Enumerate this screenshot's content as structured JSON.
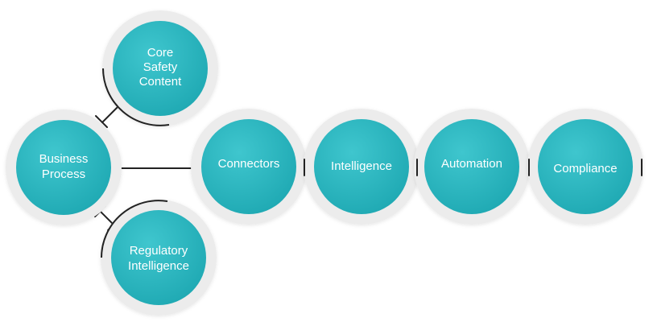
{
  "colors": {
    "node_fill": "#23b3bd",
    "node_fill_light": "#3fc6ce",
    "node_ring": "#ececec",
    "connector": "#222222",
    "label": "#ffffff"
  },
  "nodes": [
    {
      "id": "business-process",
      "lines": [
        "Business",
        "Process"
      ]
    },
    {
      "id": "core-safety-content",
      "lines": [
        "Core",
        "Safety",
        "Content"
      ]
    },
    {
      "id": "regulatory-intelligence",
      "lines": [
        "Regulatory",
        "Intelligence"
      ]
    },
    {
      "id": "connectors",
      "lines": [
        "Connectors"
      ]
    },
    {
      "id": "intelligence",
      "lines": [
        "Intelligence"
      ]
    },
    {
      "id": "automation",
      "lines": [
        "Automation"
      ]
    },
    {
      "id": "compliance",
      "lines": [
        "Compliance"
      ]
    }
  ]
}
